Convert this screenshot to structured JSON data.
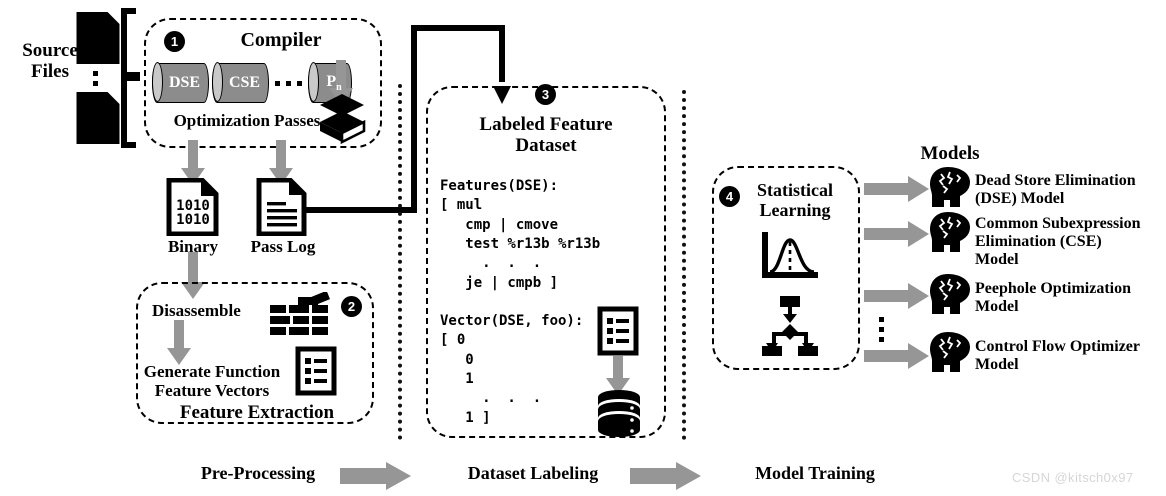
{
  "title": "Compiler optimization machine-learning pipeline diagram",
  "source": {
    "label": "Source\nFiles",
    "icon": "document-icon"
  },
  "stage1": {
    "badge": "1",
    "title": "Compiler",
    "passes": [
      "DSE",
      "CSE",
      "Pn"
    ],
    "passes_caption": "Optimization Passes",
    "package_icon": "package-box-icon"
  },
  "artifacts": {
    "binary": {
      "label": "Binary",
      "icon": "binary-file-icon",
      "text": "1010\n1010"
    },
    "pass_log": {
      "label": "Pass Log",
      "icon": "document-lines-icon"
    }
  },
  "stage2": {
    "badge": "2",
    "step1": "Disassemble",
    "step2": "Generate Function\nFeature Vectors",
    "title": "Feature Extraction",
    "icons": [
      "brick-wall-icon",
      "checklist-icon"
    ]
  },
  "stage3": {
    "badge": "3",
    "title": "Labeled Feature\nDataset",
    "features_code": "Features(DSE):\n[ mul\n   cmp | cmove\n   test %r13b %r13b\n     .  .  .\n   je | cmpb ]",
    "vector_code": "Vector(DSE, foo):\n[ 0\n   0\n   1\n     .  .  .\n   1 ]",
    "icons": [
      "checklist-icon",
      "database-icon"
    ]
  },
  "stage4": {
    "badge": "4",
    "title": "Statistical\nLearning",
    "icons": [
      "gaussian-curve-chart-icon",
      "decision-tree-icon"
    ]
  },
  "models": {
    "heading": "Models",
    "items": [
      "Dead Store Elimination\n(DSE) Model",
      "Common Subexpression\nElimination (CSE)\nModel",
      "Peephole Optimization\nModel",
      "Control Flow Optimizer\nModel"
    ],
    "icon": "brain-head-icon",
    "ellipsis": "vertical-ellipsis"
  },
  "phases": [
    "Pre-Processing",
    "Dataset Labeling",
    "Model Training"
  ],
  "watermark": "CSDN @kitsch0x97",
  "colors": {
    "gray": "#969696",
    "cylinder": "#8c8c8c",
    "black": "#000000"
  }
}
